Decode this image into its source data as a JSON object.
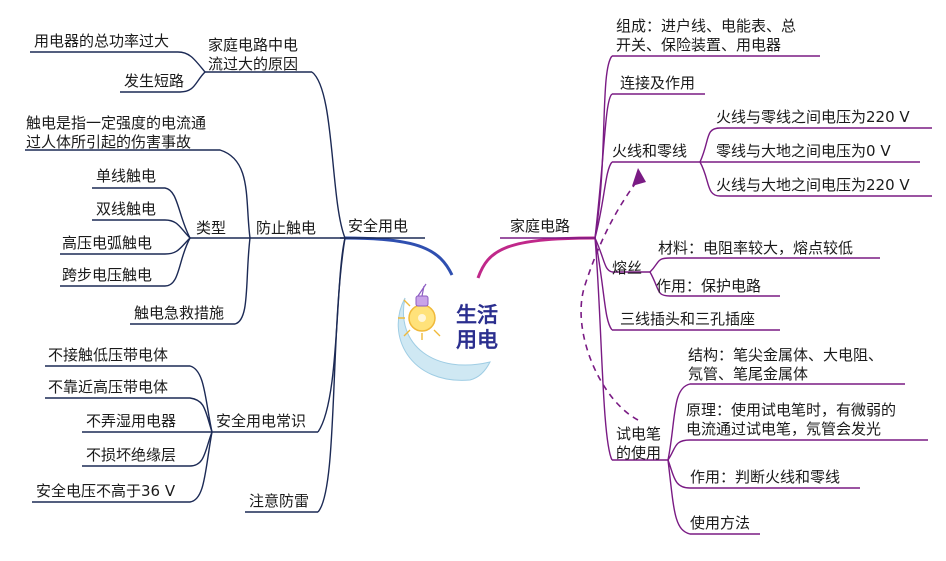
{
  "center": {
    "title": "生活\n用电",
    "icon": "lightbulb-icon"
  },
  "colors": {
    "left_branch": "#1c2a55",
    "right_branch": "#7a1b84",
    "accent_blue": "#2f4fb0",
    "accent_magenta": "#c0288a"
  },
  "left": {
    "main": "安全用电",
    "cause": {
      "label": "家庭电路中电\n流过大的原因",
      "items": [
        "用电器的总功率过大",
        "发生短路"
      ]
    },
    "prevent": {
      "label": "防止触电",
      "definition": "触电是指一定强度的电流通\n过人体所引起的伤害事故",
      "types_label": "类型",
      "types": [
        "单线触电",
        "双线触电",
        "高压电弧触电",
        "跨步电压触电"
      ],
      "rescue": "触电急救措施"
    },
    "common": {
      "label": "安全用电常识",
      "items": [
        "不接触低压带电体",
        "不靠近高压带电体",
        "不弄湿用电器",
        "不损坏绝缘层",
        "安全电压不高于36 V"
      ]
    },
    "lightning": "注意防雷"
  },
  "right": {
    "main": "家庭电路",
    "composition": "组成：进户线、电能表、总\n开关、保险装置、用电器",
    "connection": "连接及作用",
    "wires": {
      "label": "火线和零线",
      "items": [
        "火线与零线之间电压为220 V",
        "零线与大地之间电压为0 V",
        "火线与大地之间电压为220 V"
      ]
    },
    "fuse": {
      "label": "熔丝",
      "items": [
        "材料：电阻率较大，熔点较低",
        "作用：保护电路"
      ]
    },
    "plug": "三线插头和三孔插座",
    "tester": {
      "label": "试电笔\n的使用",
      "items": [
        "结构：笔尖金属体、大电阻、\n氖管、笔尾金属体",
        "原理：使用试电笔时，有微弱的\n电流通过试电笔，氖管会发光",
        "作用：判断火线和零线",
        "使用方法"
      ]
    }
  }
}
